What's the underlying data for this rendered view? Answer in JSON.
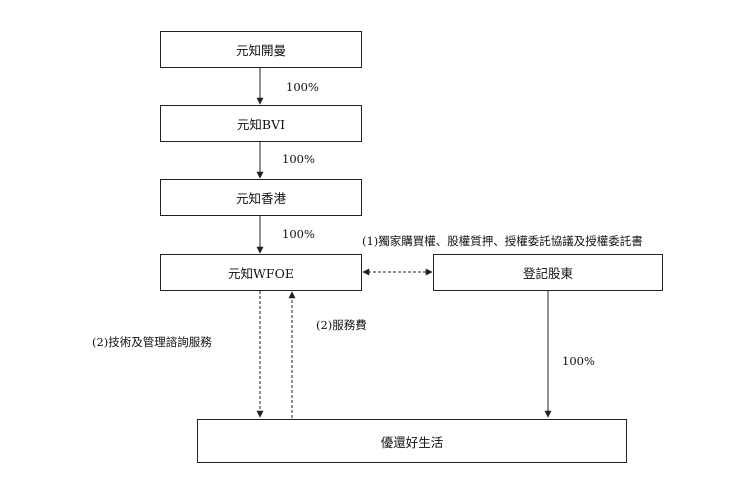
{
  "nodes": {
    "yuanzhi_kaiman": "元知開曼",
    "yuanzhi_bvi": "元知BVI",
    "yuanzhi_hk": "元知香港",
    "yuanzhi_wfoe": "元知WFOE",
    "registered_shareholders": "登記股東",
    "youhuan_life": "優還好生活"
  },
  "edges": {
    "kaiman_to_bvi": "100%",
    "bvi_to_hk": "100%",
    "hk_to_wfoe": "100%",
    "shareholders_to_youhuan": "100%",
    "wfoe_shareholders_agreements": "(1)獨家購買權、股權質押、授權委託協議及授權委託書",
    "wfoe_to_youhuan_services": "(2)技術及管理諮詢服務",
    "youhuan_to_wfoe_fees": "(2)服務費"
  }
}
